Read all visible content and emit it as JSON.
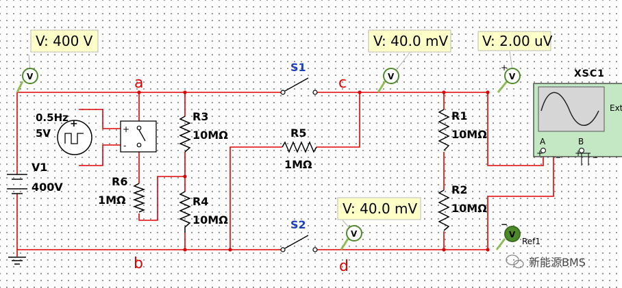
{
  "voltmeters": {
    "v1": "V: 400 V",
    "v2": "V: 40.0 mV",
    "v3": "V: 2.00 uV",
    "v4": "V: 40.0 mV"
  },
  "nodes": {
    "a": "a",
    "b": "b",
    "c": "c",
    "d": "d"
  },
  "source": {
    "freq": "0.5Hz",
    "volt": "5V"
  },
  "battery": {
    "name": "V1",
    "value": "400V"
  },
  "resistors": {
    "r1": {
      "name": "R1",
      "value": "10MΩ"
    },
    "r2": {
      "name": "R2",
      "value": "10MΩ"
    },
    "r3": {
      "name": "R3",
      "value": "10MΩ"
    },
    "r4": {
      "name": "R4",
      "value": "10MΩ"
    },
    "r5": {
      "name": "R5",
      "value": "1MΩ"
    },
    "r6": {
      "name": "R6",
      "value": "1MΩ"
    }
  },
  "switches": {
    "s1": "S1",
    "s2": "S2"
  },
  "scope": {
    "name": "XSC1",
    "ext": "Ext",
    "ch_a": "A",
    "ch_b": "B"
  },
  "ref": "Ref1",
  "watermark": "新能源BMS",
  "colors": {
    "wire": "#e00000",
    "switch_label": "#1a3fbf",
    "probe": "#4d8a2a",
    "tag_bg": "#ffffc8"
  }
}
